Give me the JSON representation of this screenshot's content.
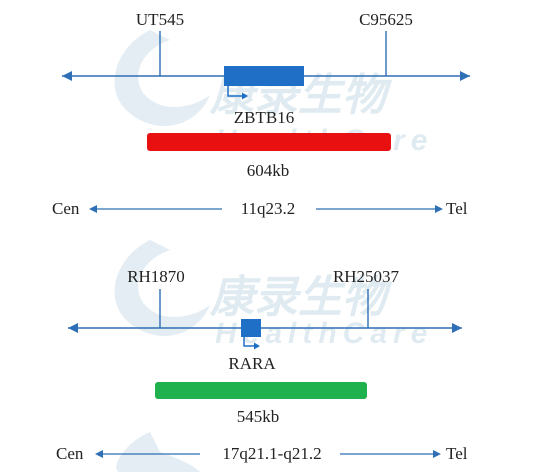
{
  "colors": {
    "axis": "#2e6fb5",
    "gene_box": "#1f6fc7",
    "probe_top": "#e81010",
    "probe_bottom": "#1fb14d",
    "text": "#222222",
    "watermark": "#8fb8cf"
  },
  "watermark": {
    "chinese": "康录生物",
    "english": "HealthCare"
  },
  "panels": [
    {
      "marker_left": "UT545",
      "marker_right": "C95625",
      "gene": "ZBTB16",
      "probe_size": "604kb",
      "cen_label": "Cen",
      "band": "11q23.2",
      "tel_label": "Tel"
    },
    {
      "marker_left": "RH1870",
      "marker_right": "RH25037",
      "gene": "RARA",
      "probe_size": "545kb",
      "cen_label": "Cen",
      "band": "17q21.1-q21.2",
      "tel_label": "Tel"
    }
  ]
}
